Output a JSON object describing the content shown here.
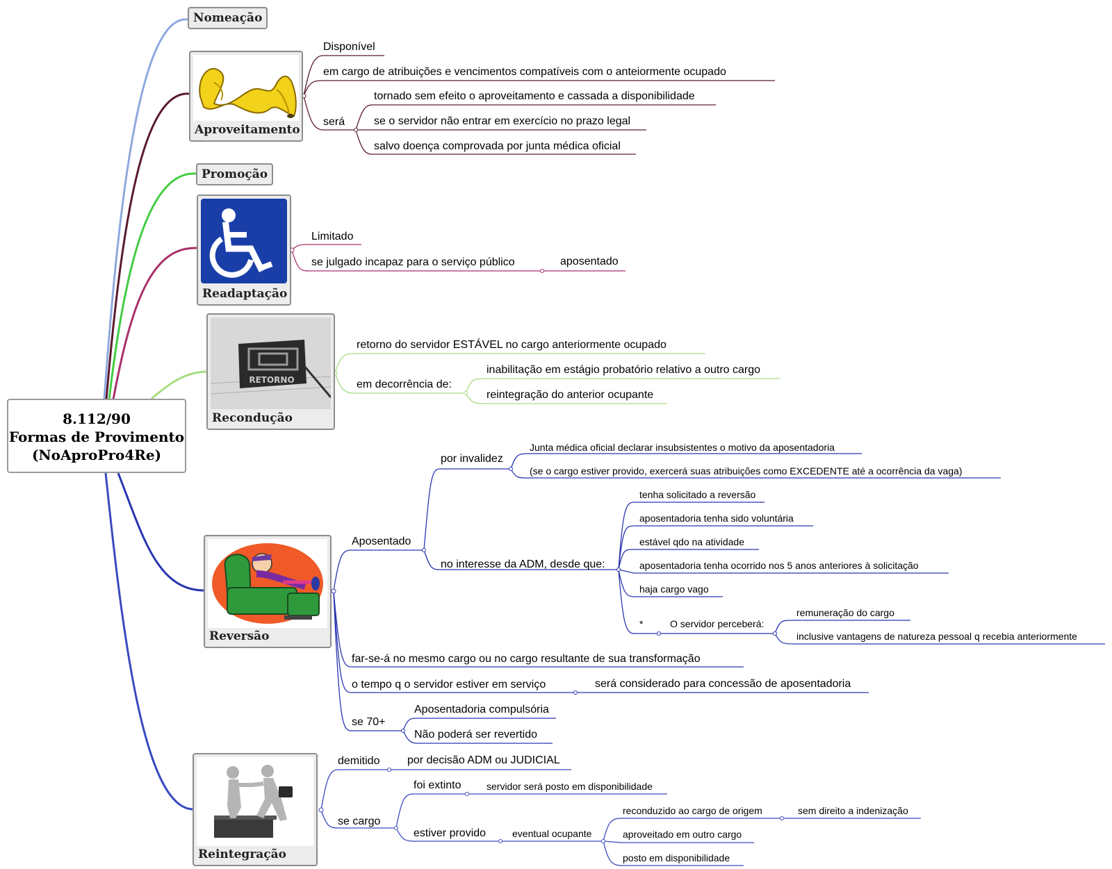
{
  "root": {
    "line1": "8.112/90",
    "line2": "Formas de Provimento",
    "line3": "(NoAproPro4Re)"
  },
  "nomeacao": {
    "label": "Nomeação"
  },
  "aproveitamento": {
    "label": "Aproveitamento",
    "disponivel": "Disponível",
    "compat": "em cargo de atribuições e vencimentos compatíveis com o anteiormente ocupado",
    "sera": "será",
    "sera1": "tornado sem efeito o aproveitamento e cassada a disponibilidade",
    "sera2": "se o servidor não entrar em exercício no prazo legal",
    "sera3": "salvo doença comprovada por junta médica oficial"
  },
  "promocao": {
    "label": "Promoção"
  },
  "readaptacao": {
    "label": "Readaptação",
    "limitado": "Limitado",
    "incapaz": "se julgado incapaz para o serviço público",
    "aposentado": "aposentado"
  },
  "reconducao": {
    "label": "Recondução",
    "sign_text": "RETORNO",
    "retorno": "retorno do servidor ESTÁVEL no cargo anteriormente ocupado",
    "decorrencia": "em decorrência de:",
    "d1": "inabilitação em estágio probatório relativo a outro cargo",
    "d2": "reintegração do anterior ocupante"
  },
  "reversao": {
    "label": "Reversão",
    "aposentado": "Aposentado",
    "invalidez": "por invalidez",
    "inv1": "Junta médica oficial declarar insubsistentes o motivo da aposentadoria",
    "inv2": "(se o cargo estiver provido, exercerá suas atribuições como EXCEDENTE até a ocorrência da vaga)",
    "interesse": "no interesse da ADM, desde que:",
    "c1": "tenha solicitado a reversão",
    "c2": "aposentadoria tenha sido voluntária",
    "c3": "estável qdo na atividade",
    "c4": "aposentadoria tenha ocorrido nos 5 anos anteriores à solicitação",
    "c5": "haja cargo vago",
    "star": "*",
    "percebera": "O servidor perceberá:",
    "p1": "remuneração do cargo",
    "p2": "inclusive vantagens de natureza pessoal q recebia anteriormente",
    "farse": "far-se-á no mesmo cargo ou no cargo resultante de sua transformação",
    "tempo": "o tempo q o servidor estiver em serviço",
    "considerado": "será considerado para concessão de aposentadoria",
    "se70": "se 70+",
    "s1": "Aposentadoria compulsória",
    "s2": "Não poderá ser revertido"
  },
  "reintegracao": {
    "label": "Reintegração",
    "demitido": "demitido",
    "decisao": "por decisão ADM ou JUDICIAL",
    "secargo": "se cargo",
    "extinto": "foi extinto",
    "disponib": "servidor será posto em disponibilidade",
    "provido": "estiver provido",
    "eventual": "eventual ocupante",
    "e1": "reconduzido ao cargo de origem",
    "e1b": "sem direito a indenização",
    "e2": "aproveitado em outro cargo",
    "e3": "posto em disponibilidade"
  },
  "colors": {
    "nomeacao": "#8fa9e0",
    "aproveitamento": "#5a1a30",
    "promocao": "#44cc44",
    "readaptacao": "#a8306a",
    "reconducao": "#a8dc80",
    "reversao": "#2a36b0",
    "reintegracao": "#3a4ac0"
  },
  "icons": [
    "banana-peel-icon",
    "wheelchair-icon",
    "retorno-sign-icon",
    "armchair-man-icon",
    "handshake-figures-icon"
  ]
}
